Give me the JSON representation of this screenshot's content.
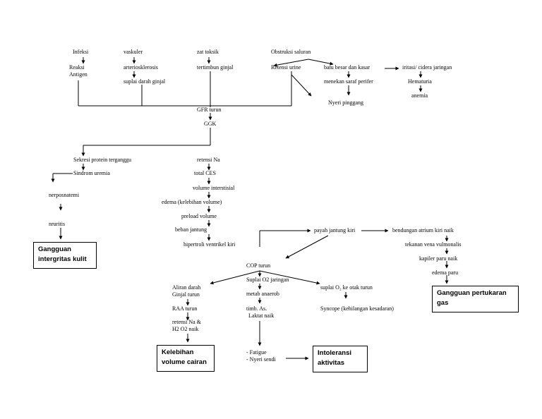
{
  "nodes": {
    "infeksi": "Infeksi",
    "reaksi": "Reaksi",
    "antigen": "Antigen",
    "vaskuler": "vaskuler",
    "arteriosklerosis": "arteriosklerosis",
    "suplai_darah": "suplai darah ginjal",
    "zat_toksik": "zat toksik",
    "tertimbun": "tertimbun ginjal",
    "obstruksi": "Obstruksi saluran",
    "retensi_urine": "Retensi urine",
    "batu_besar": "batu besar  dan kasar",
    "menekan_saraf": "menekan  saraf  perifer",
    "nyeri_pinggang": "Nyeri pinggang",
    "iritasi": "iritasi/ cidera jaringan",
    "hematuria": "Hematuria",
    "anemia": "anemia",
    "gfr": "GFR turun",
    "ggk": "GGK",
    "sekresi": "Sekresi protein terganggu",
    "sindrom": "Sindrom uremia",
    "nerposnatemi": "nerposnatemi",
    "nruritis": "nruritis",
    "retensi_na": "retensi Na",
    "total_ces": "total CES",
    "volume_interstisial": "volume interstisial",
    "edema_kelebihan": "edema (kelebihan  volume)",
    "preload": "preload volume",
    "beban_jantung": "beban jantung",
    "hipertroli": "hipertroli ventrikel kiri",
    "payah_jantung": "payah jantung kiri",
    "bendungan": "bendungan atrium kiri naik",
    "tekanan_vena": "tekanan vena vulmonalis",
    "kapiler": "kapiler paru naik",
    "edema_paru": "edema paru",
    "cop": "COP turun",
    "aliran_darah": "Aliran darah",
    "ginjal_turun": "Ginjal turun",
    "raa": "RAA turun",
    "retensi_na2": "retensi Na &",
    "h2o": "H2 O2 naik",
    "suplai_o2": "Suplai O2 jaringan",
    "metab": "metab anaerob",
    "timb": "timb. As.",
    "laktat": "Laktat naik",
    "fatigue": "- Fatigue",
    "nyeri_sendi": "- Nyeri sendi",
    "suplai_otak": "suplai O₂ ke otak turun",
    "syncope": "Syncope (kehilangan kesadaran)"
  },
  "diagnoses": {
    "integritas_1": "Gangguan",
    "integritas_2": "intergritas kulit",
    "pertukaran_1": "Gangguan pertukaran",
    "pertukaran_2": "gas",
    "kelebihan_1": "Kelebihan",
    "kelebihan_2": "volume cairan",
    "intoleransi_1": "Intoleransi",
    "intoleransi_2": "aktivitas"
  }
}
